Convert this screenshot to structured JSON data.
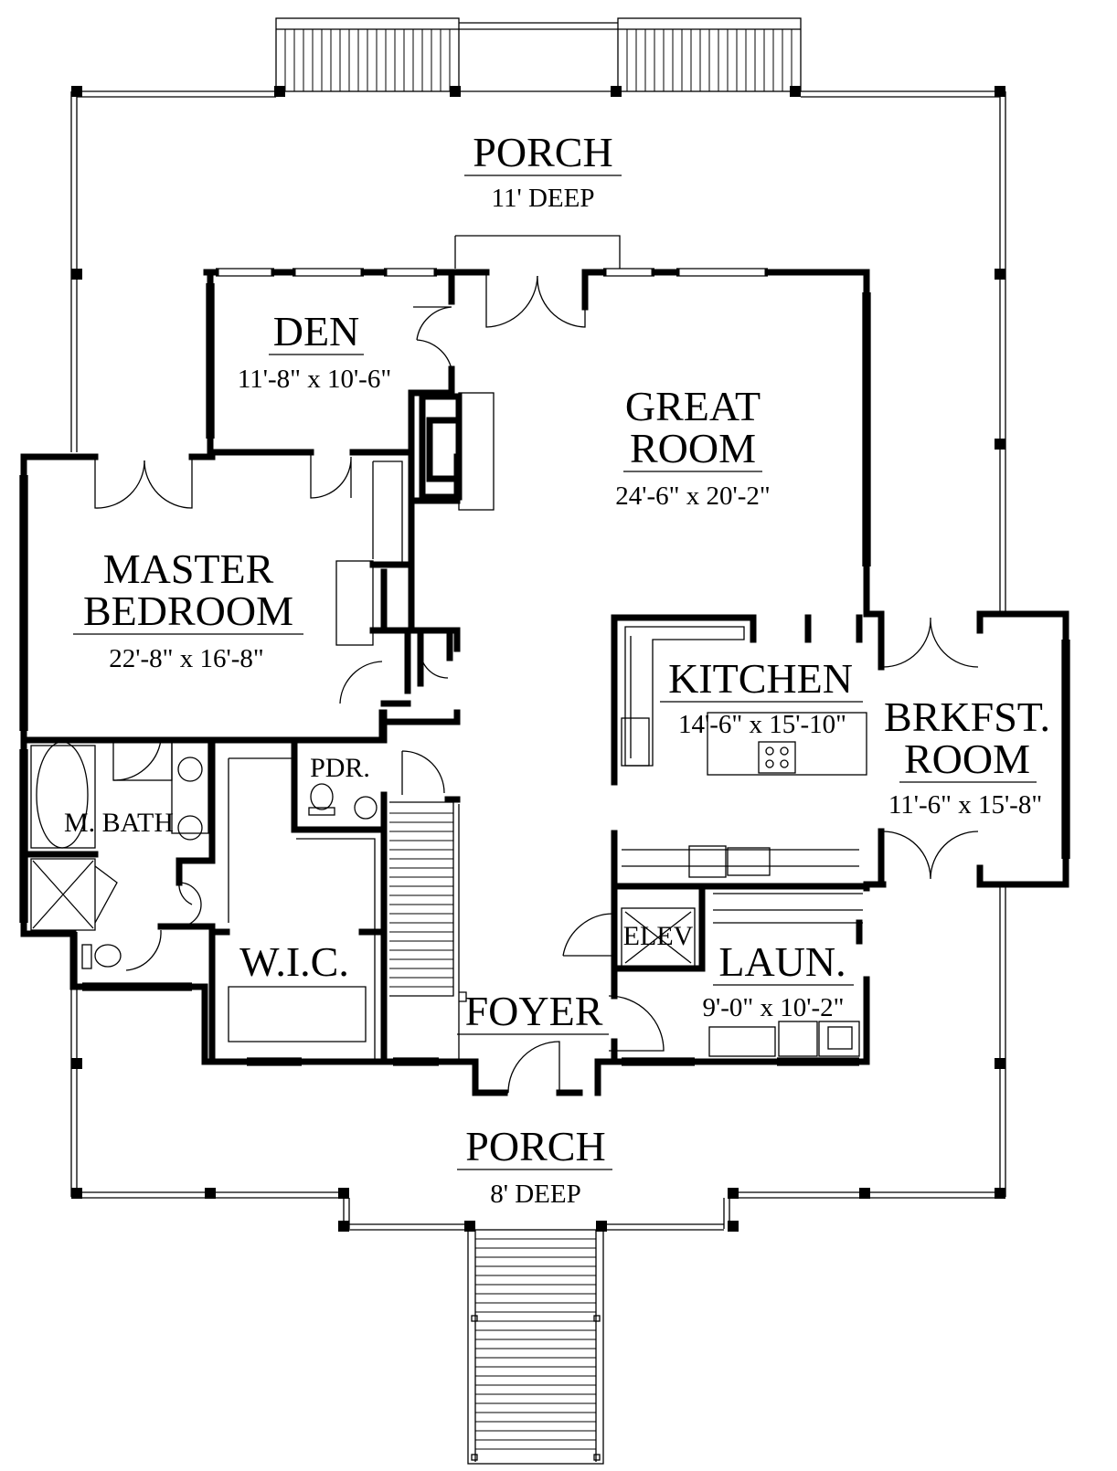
{
  "rooms": {
    "porch_rear": {
      "name": "PORCH",
      "dim": "11' DEEP"
    },
    "den": {
      "name": "DEN",
      "dim": "11'-8\" x 10'-6\""
    },
    "great_room": {
      "line1": "GREAT",
      "line2": "ROOM",
      "dim": "24'-6\" x 20'-2\""
    },
    "master_bedroom": {
      "line1": "MASTER",
      "line2": "BEDROOM",
      "dim": "22'-8\" x 16'-8\""
    },
    "kitchen": {
      "name": "KITCHEN",
      "dim": "14'-6\" x 15'-10\""
    },
    "breakfast_room": {
      "line1": "BRKFST.",
      "line2": "ROOM",
      "dim": "11'-6\" x 15'-8\""
    },
    "powder": {
      "name": "PDR."
    },
    "master_bath": {
      "name": "M. BATH"
    },
    "elevator": {
      "name": "ELEV"
    },
    "laundry": {
      "name": "LAUN.",
      "dim": "9'-0\" x 10'-2\""
    },
    "walk_in_closet": {
      "name": "W.I.C."
    },
    "foyer": {
      "name": "FOYER"
    },
    "porch_front": {
      "name": "PORCH",
      "dim": "8' DEEP"
    }
  }
}
